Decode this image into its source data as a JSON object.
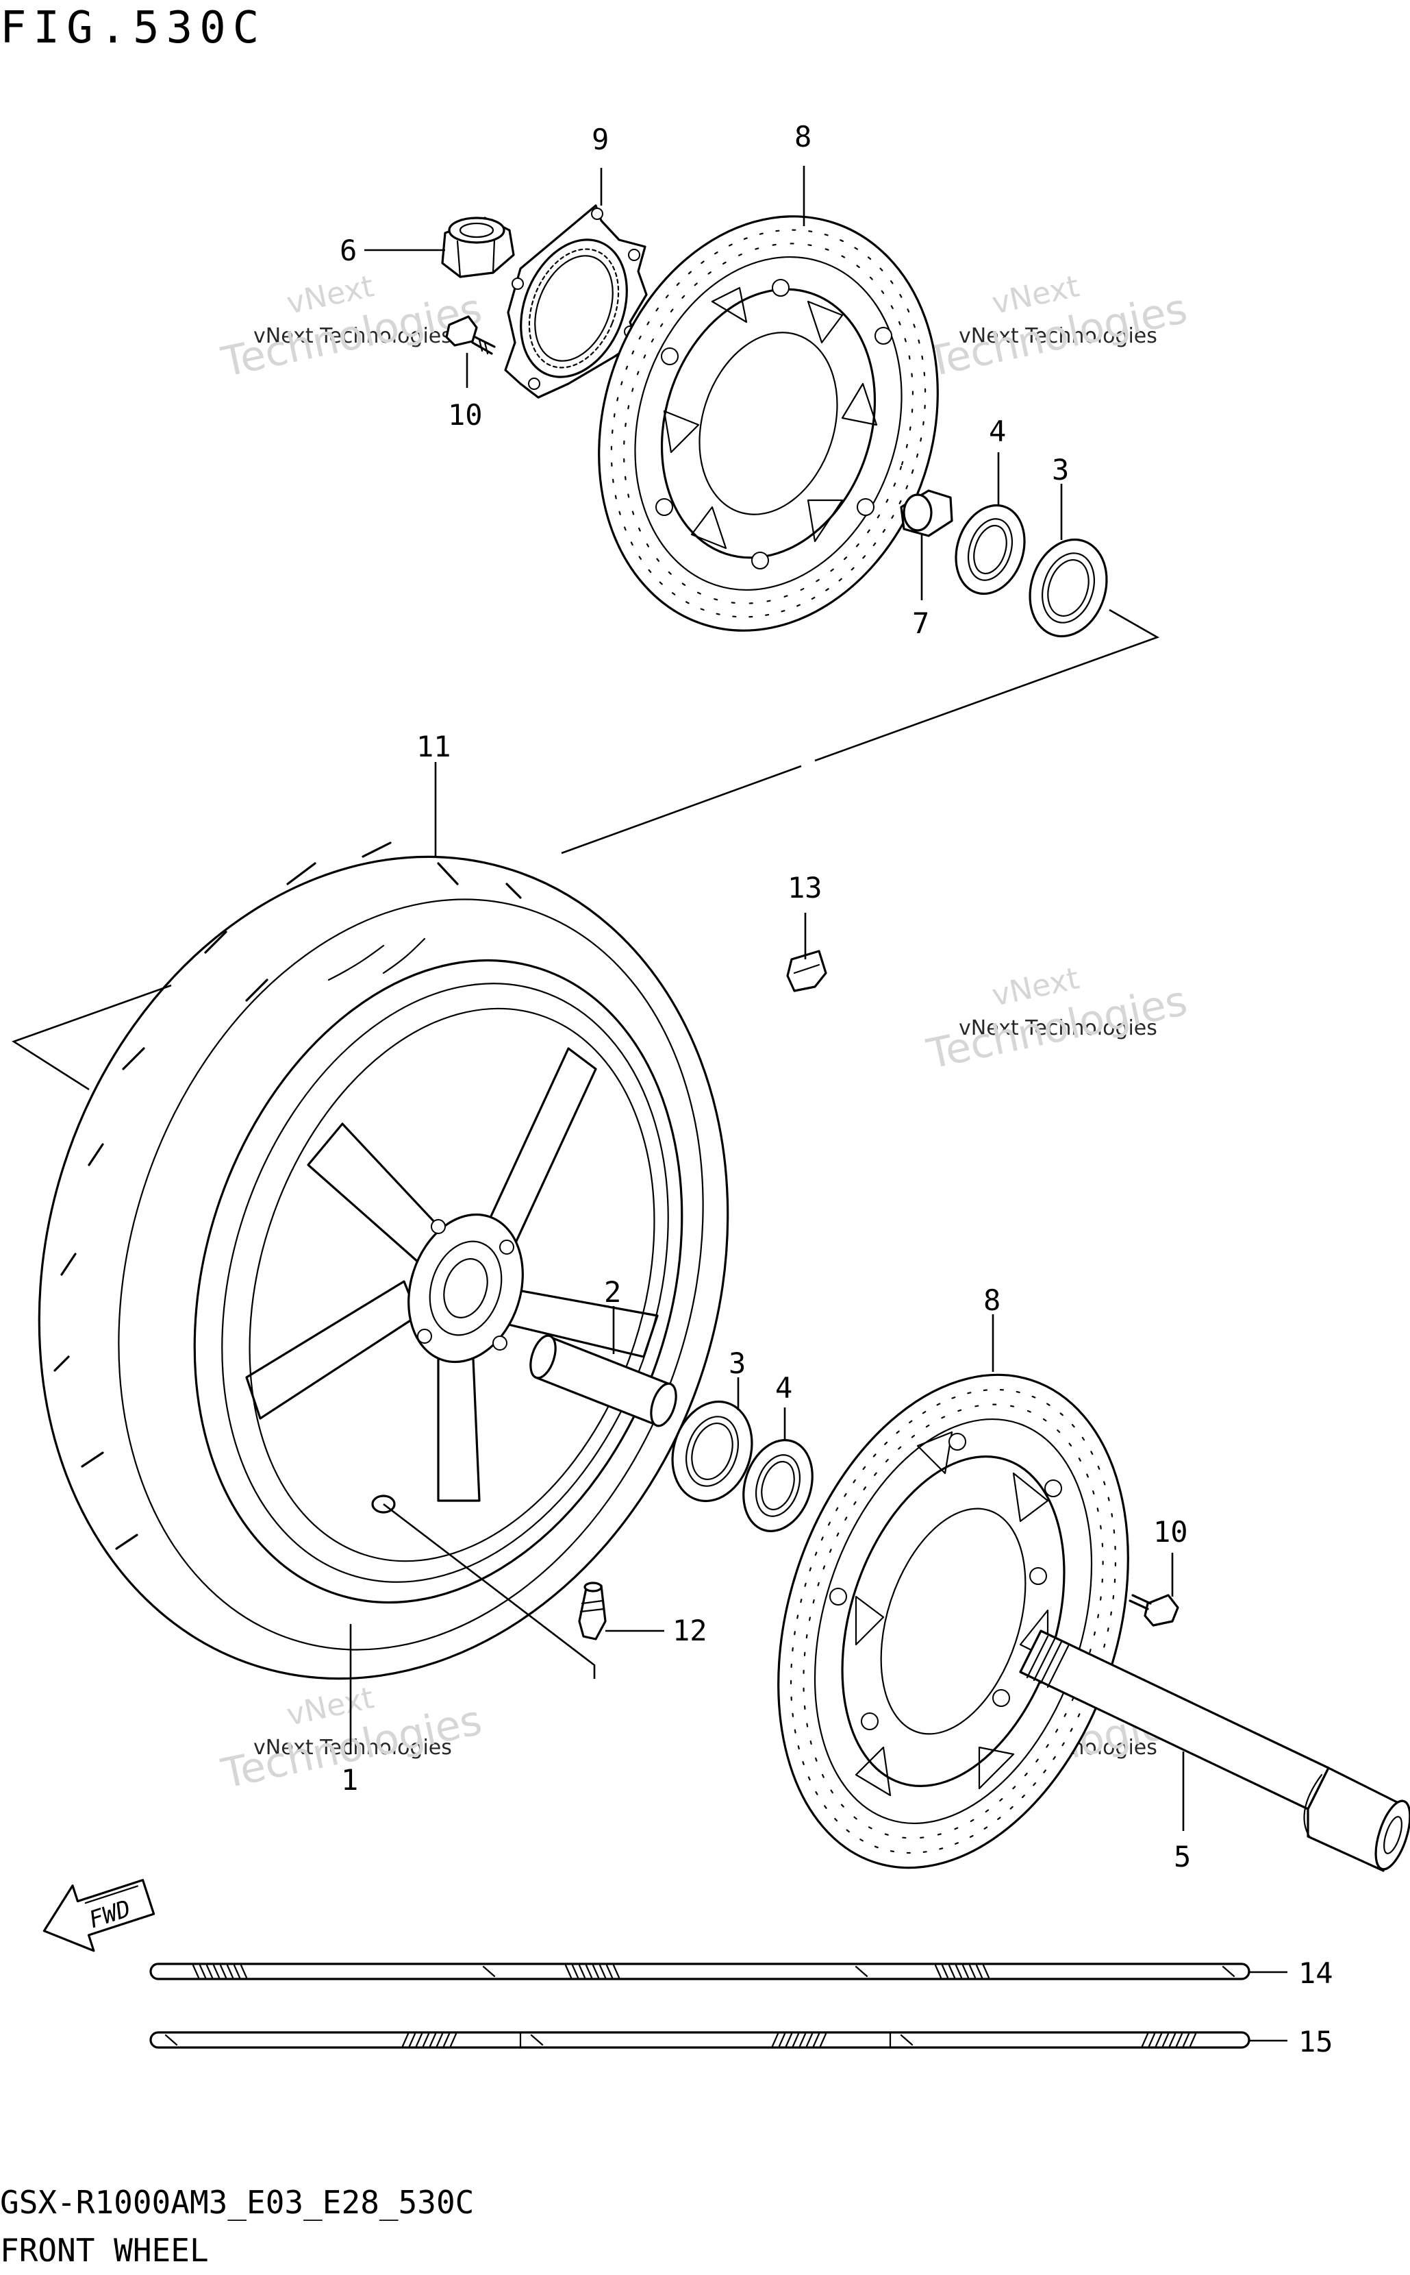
{
  "figure": {
    "title": "FIG.530C",
    "model_code": "GSX-R1000AM3_E03_E28_530C",
    "caption": "FRONT WHEEL",
    "fwd_label": "FWD"
  },
  "watermark": {
    "line1": "vNext Technologies",
    "line2": "vNext",
    "line3": "Technologies"
  },
  "callouts": [
    {
      "id": "c6",
      "label": "6"
    },
    {
      "id": "c9",
      "label": "9"
    },
    {
      "id": "c8a",
      "label": "8"
    },
    {
      "id": "c10a",
      "label": "10"
    },
    {
      "id": "c4a",
      "label": "4"
    },
    {
      "id": "c3a",
      "label": "3"
    },
    {
      "id": "c7",
      "label": "7"
    },
    {
      "id": "c11",
      "label": "11"
    },
    {
      "id": "c13",
      "label": "13"
    },
    {
      "id": "c2",
      "label": "2"
    },
    {
      "id": "c3b",
      "label": "3"
    },
    {
      "id": "c4b",
      "label": "4"
    },
    {
      "id": "c8b",
      "label": "8"
    },
    {
      "id": "c10b",
      "label": "10"
    },
    {
      "id": "c12",
      "label": "12"
    },
    {
      "id": "c1",
      "label": "1"
    },
    {
      "id": "c5",
      "label": "5"
    },
    {
      "id": "c14",
      "label": "14"
    },
    {
      "id": "c15",
      "label": "15"
    }
  ]
}
